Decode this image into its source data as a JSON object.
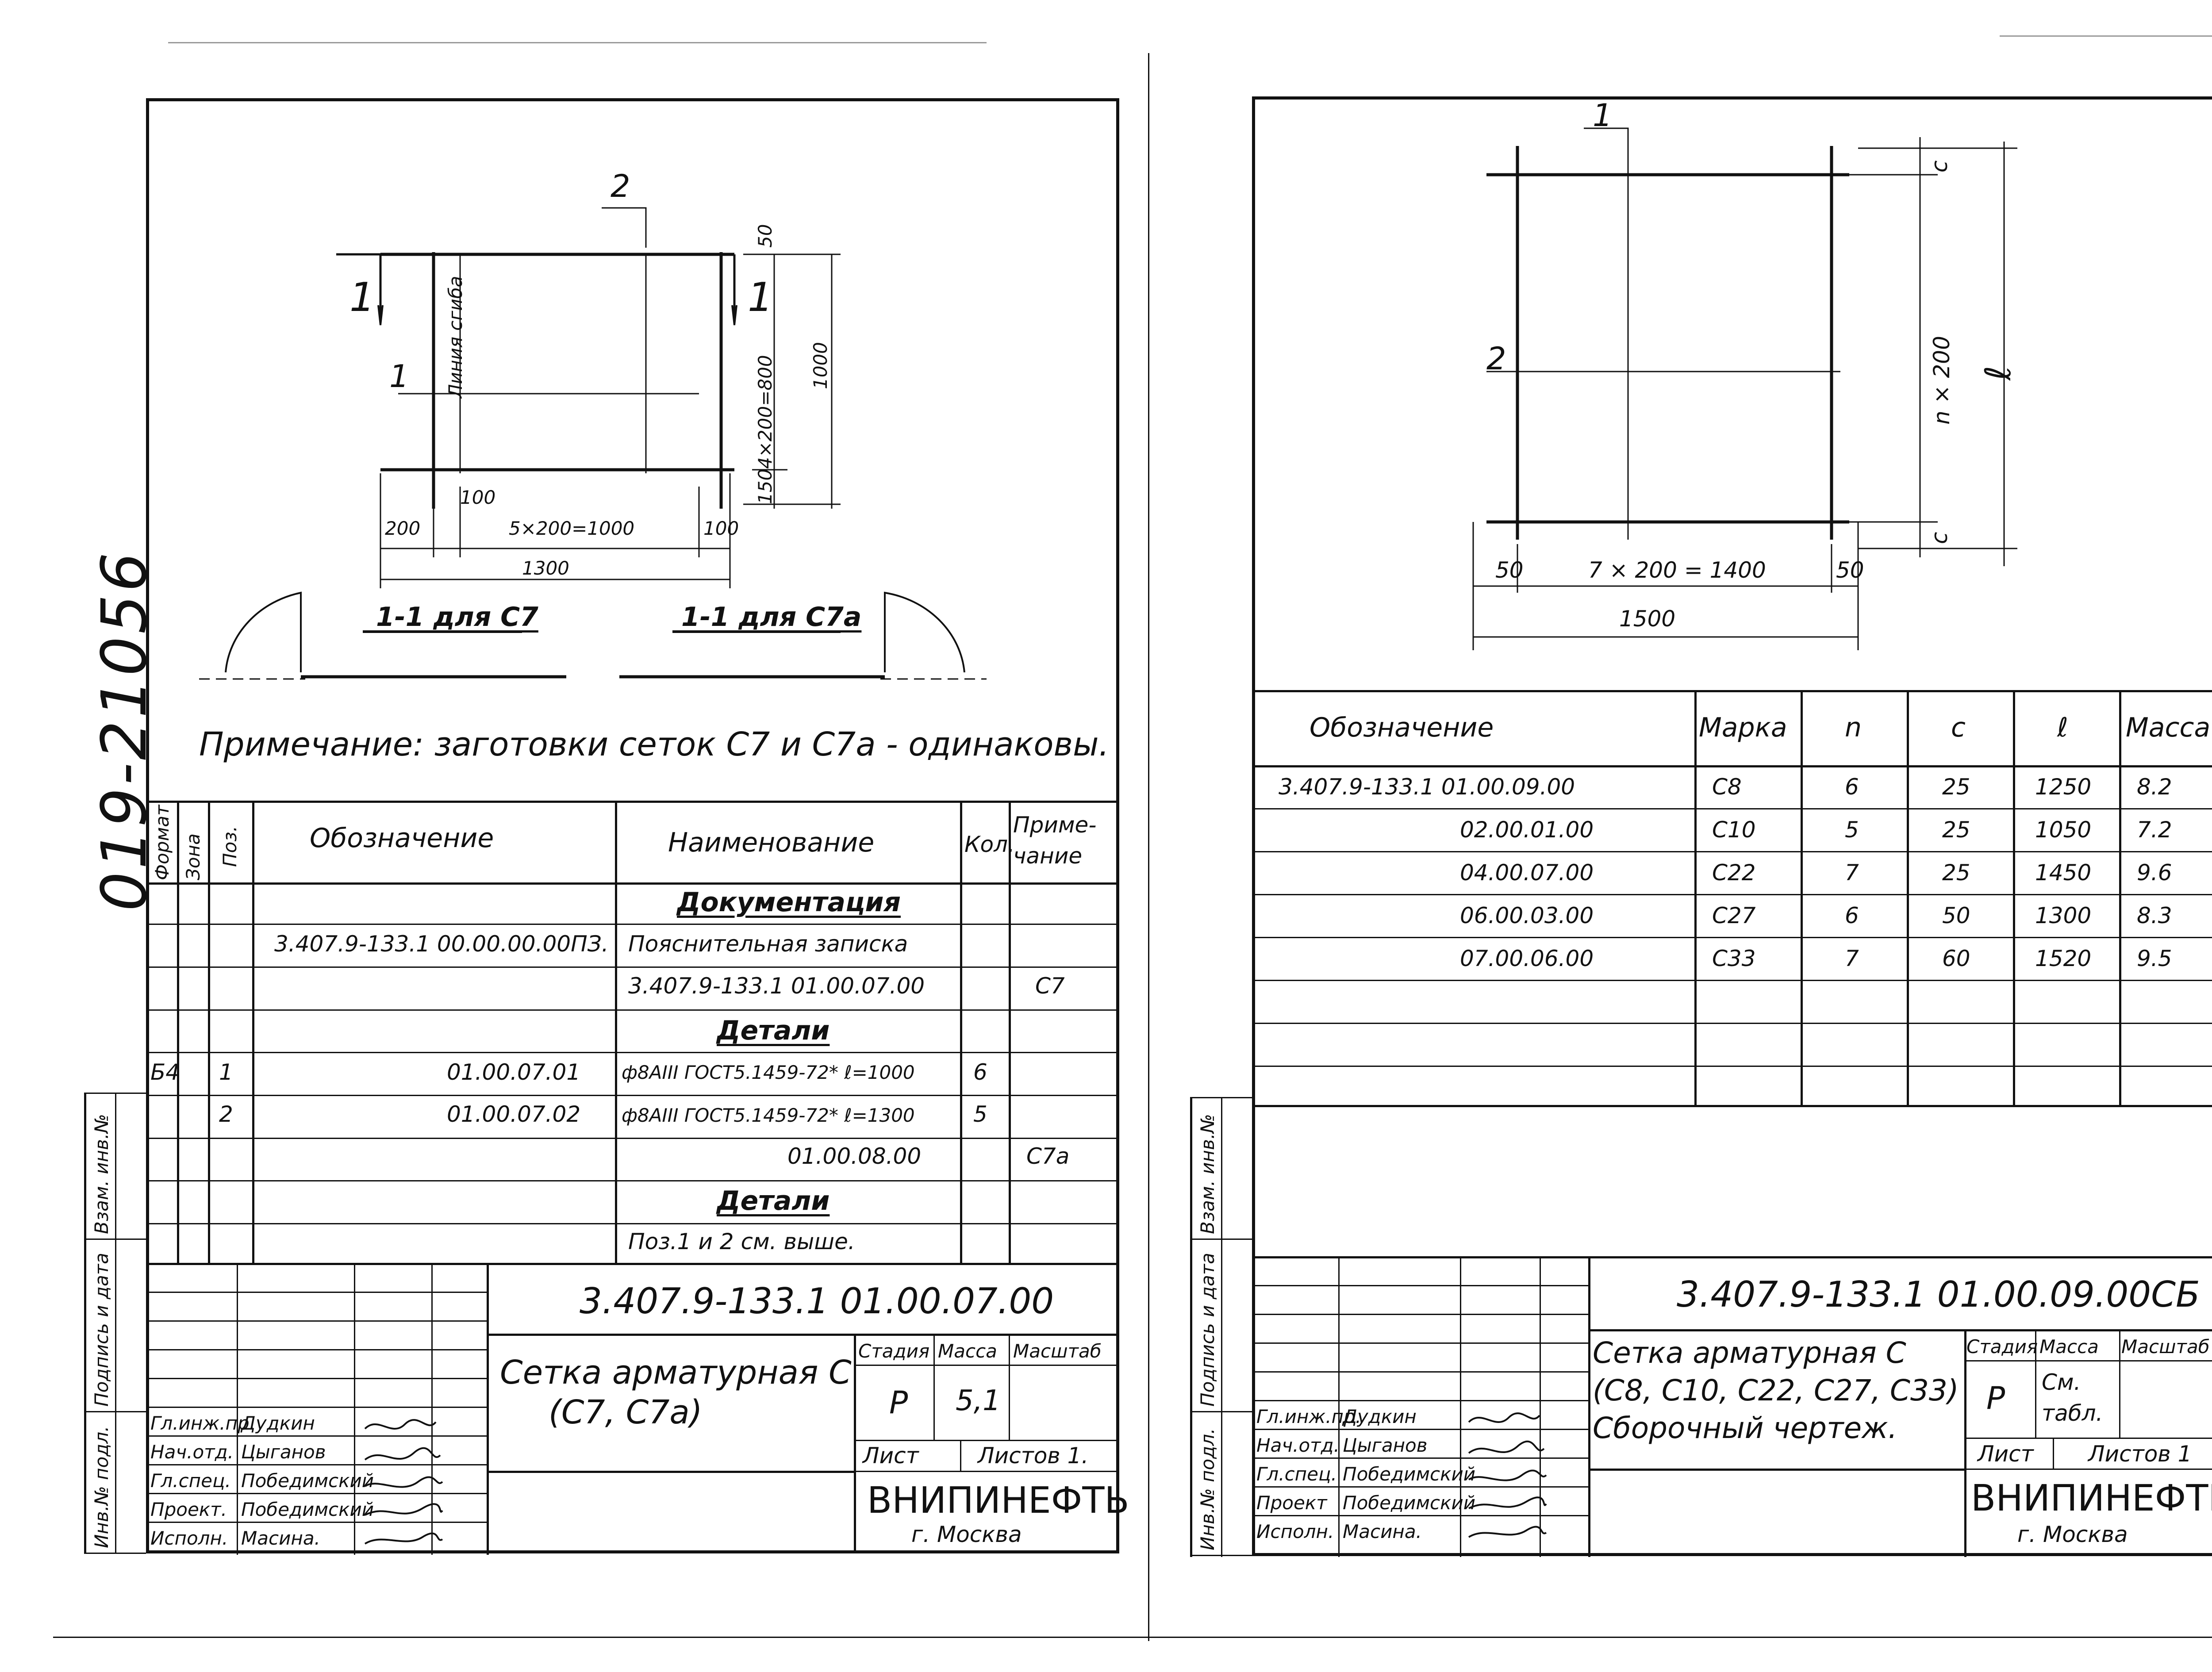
{
  "archive_number": "019-21056",
  "left_sheet": {
    "drawing": {
      "section_marker": "1",
      "position_labels": [
        "1",
        "2"
      ],
      "seam_line_label": "Линия сгиба",
      "dims": {
        "spacing_vertical": "4×200=800",
        "total_height": "1000",
        "top_offset": "50",
        "bottom_offset": "150",
        "left_offset": "200",
        "edge_offset": "100",
        "inner_offset": "100",
        "spacing_horizontal": "5×200=1000",
        "total_width": "1300"
      },
      "section_c7": "1-1 для С7",
      "section_c7a": "1-1 для С7а"
    },
    "note": "Примечание: заготовки сеток С7 и С7а - одинаковы.",
    "spec_table": {
      "headers": {
        "format": "Формат",
        "zone": "Зона",
        "pos": "Поз.",
        "designation": "Обозначение",
        "name": "Наименование",
        "qty": "Кол.",
        "note": "Приме-чание"
      },
      "rows": [
        {
          "format": "",
          "pos": "",
          "designation": "",
          "name": "Документация",
          "qty": "",
          "note": "",
          "heading": true
        },
        {
          "format": "",
          "pos": "",
          "designation": "3.407.9-133.1 00.00.00.00ПЗ.",
          "name": "Пояснительная записка",
          "qty": "",
          "note": "",
          "heading": false
        },
        {
          "format": "",
          "pos": "",
          "designation": "",
          "name": "3.407.9-133.1 01.00.07.00",
          "qty": "",
          "note": "С7",
          "heading": false
        },
        {
          "format": "",
          "pos": "",
          "designation": "",
          "name": "Детали",
          "qty": "",
          "note": "",
          "heading": true
        },
        {
          "format": "Б4",
          "pos": "1",
          "designation": "01.00.07.01",
          "name": "ф8АIII ГОСТ5.1459-72* ℓ=1000",
          "qty": "6",
          "note": "",
          "heading": false
        },
        {
          "format": "",
          "pos": "2",
          "designation": "01.00.07.02",
          "name": "ф8АIII ГОСТ5.1459-72* ℓ=1300",
          "qty": "5",
          "note": "",
          "heading": false
        },
        {
          "format": "",
          "pos": "",
          "designation": "",
          "name": "01.00.08.00",
          "qty": "",
          "note": "С7а",
          "heading": false
        },
        {
          "format": "",
          "pos": "",
          "designation": "",
          "name": "Детали",
          "qty": "",
          "note": "",
          "heading": true
        },
        {
          "format": "",
          "pos": "",
          "designation": "",
          "name": "Поз.1 и 2 см. выше.",
          "qty": "",
          "note": "",
          "heading": false
        }
      ]
    },
    "side_labels": [
      "Инв.№ подл.",
      "Подпись и дата",
      "Взам. инв.№"
    ],
    "title_block": {
      "code": "3.407.9-133.1 01.00.07.00",
      "title_line1": "Сетка арматурная С",
      "title_line2": "(С7, С7а)",
      "stage_label": "Стадия",
      "mass_label": "Масса",
      "scale_label": "Масштаб",
      "stage": "Р",
      "mass": "5,1",
      "sheet_label": "Лист",
      "sheets_label": "Листов 1.",
      "org": "ВНИПИНЕФТЬ",
      "city": "г. Москва",
      "signers": [
        {
          "role": "Гл.инж.пр.",
          "name": "Дудкин"
        },
        {
          "role": "Нач.отд.",
          "name": "Цыганов"
        },
        {
          "role": "Гл.спец.",
          "name": "Победимский"
        },
        {
          "role": "Проект.",
          "name": "Победимский"
        },
        {
          "role": "Исполн.",
          "name": "Масина."
        }
      ]
    }
  },
  "right_sheet": {
    "drawing": {
      "position_labels": [
        "1",
        "2"
      ],
      "dim_c": "c",
      "dim_n": "n × 200",
      "dim_l": "ℓ",
      "dim_50_left": "50",
      "dim_spacing": "7 × 200 = 1400",
      "dim_50_right": "50",
      "dim_total": "1500"
    },
    "table": {
      "headers": [
        "Обозначение",
        "Марка",
        "n",
        "c",
        "ℓ",
        "Масса"
      ],
      "rows": [
        [
          "3.407.9-133.1 01.00.09.00",
          "С8",
          "6",
          "25",
          "1250",
          "8.2"
        ],
        [
          "02.00.01.00",
          "С10",
          "5",
          "25",
          "1050",
          "7.2"
        ],
        [
          "04.00.07.00",
          "С22",
          "7",
          "25",
          "1450",
          "9.6"
        ],
        [
          "06.00.03.00",
          "С27",
          "6",
          "50",
          "1300",
          "8.3"
        ],
        [
          "07.00.06.00",
          "С33",
          "7",
          "60",
          "1520",
          "9.5"
        ]
      ]
    },
    "side_labels": [
      "Инв.№ подл.",
      "Подпись и дата",
      "Взам. инв.№"
    ],
    "title_block": {
      "code": "3.407.9-133.1 01.00.09.00СБ",
      "title_line1": "Сетка арматурная С",
      "title_line2": "(С8, С10, С22, С27, С33)",
      "title_line3": "Сборочный чертеж.",
      "stage_label": "Стадия",
      "mass_label": "Масса",
      "scale_label": "Масштаб",
      "stage": "Р",
      "mass": "См. табл.",
      "sheet_label": "Лист",
      "sheets_label": "Листов 1",
      "org": "ВНИПИНЕФТЬ",
      "city": "г. Москва",
      "signers": [
        {
          "role": "Гл.инж.пр.",
          "name": "Дудкин"
        },
        {
          "role": "Нач.отд.",
          "name": "Цыганов"
        },
        {
          "role": "Гл.спец.",
          "name": "Победимский"
        },
        {
          "role": "Проект",
          "name": "Победимский"
        },
        {
          "role": "Исполн.",
          "name": "Масина."
        }
      ]
    }
  }
}
